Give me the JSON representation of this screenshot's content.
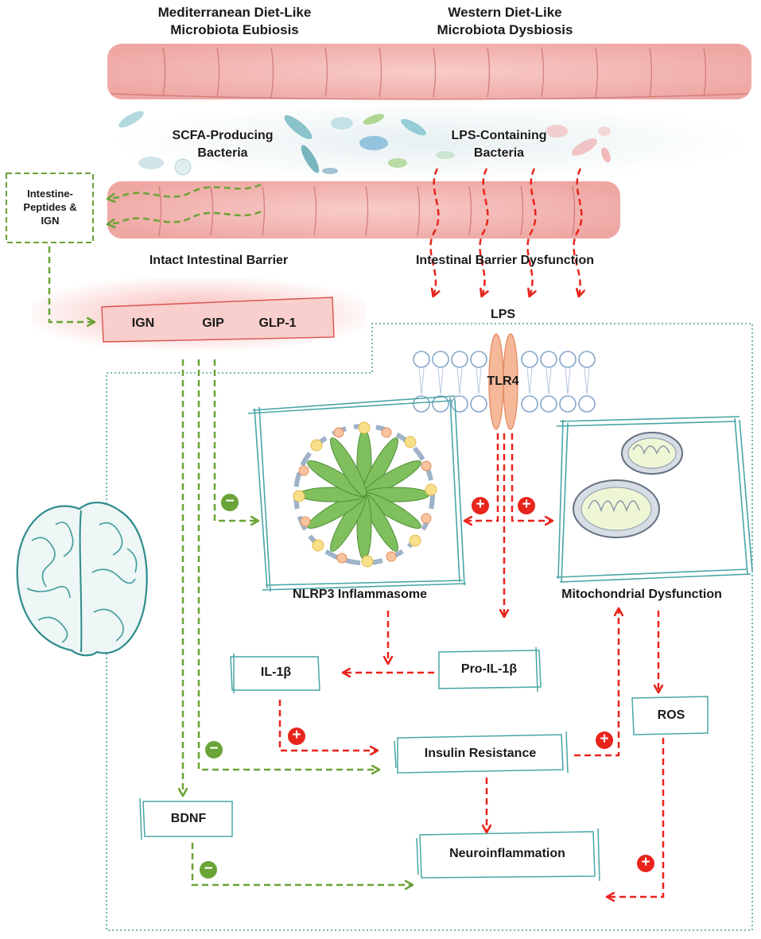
{
  "headers": {
    "left": [
      "Mediterranean Diet-Like",
      "Microbiota Eubiosis"
    ],
    "right": [
      "Western Diet-Like",
      "Microbiota Dysbiosis"
    ]
  },
  "bacteria": {
    "left": [
      "SCFA-Producing",
      "Bacteria"
    ],
    "right": [
      "LPS-Containing",
      "Bacteria"
    ]
  },
  "intestine_peptides": [
    "Intestine-",
    "Peptides &",
    "IGN"
  ],
  "barrier": {
    "intact": "Intact Intestinal Barrier",
    "dysfunction": "Intestinal Barrier Dysfunction"
  },
  "hormones": {
    "ign": "IGN",
    "gip": "GIP",
    "glp1": "GLP-1"
  },
  "lps": "LPS",
  "tlr4": "TLR4",
  "nlrp3": "NLRP3 Inflammasome",
  "mito": "Mitochondrial Dysfunction",
  "il1b": "IL-1β",
  "pro_il1b": "Pro-IL-1β",
  "ros": "ROS",
  "insulin": "Insulin Resistance",
  "bdnf": "BDNF",
  "neuro": "Neuroinflammation",
  "signs": {
    "plus": "+",
    "minus": "−"
  },
  "colors": {
    "green": "#6aa336",
    "red": "#e8241c",
    "teal": "#4aa6a6",
    "tissue": "#f4b9b7"
  }
}
